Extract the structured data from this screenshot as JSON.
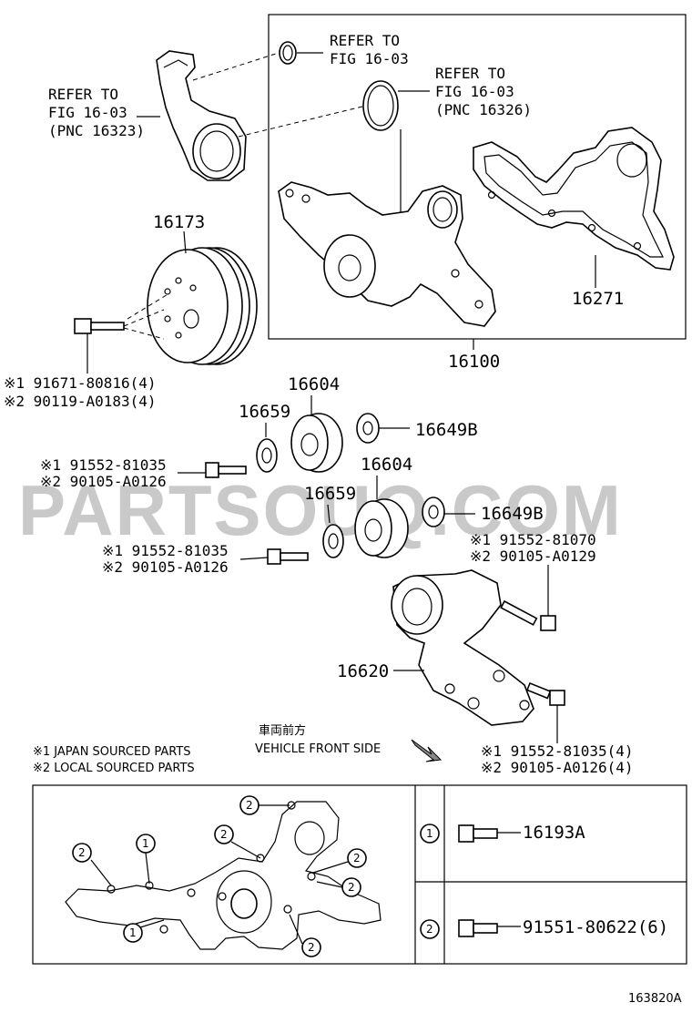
{
  "watermark": "PARTSOUQ.COM",
  "diagram_code": "163820A",
  "refer_labels": {
    "oring_small": [
      "REFER TO",
      "FIG 16-03"
    ],
    "oring_large": [
      "REFER TO",
      "FIG 16-03",
      "(PNC 16326)"
    ],
    "inlet": [
      "REFER TO",
      "FIG 16-03",
      "(PNC 16323)"
    ]
  },
  "part_numbers": {
    "pulley": "16173",
    "pulley_bolt": [
      "※1 91671-80816(4)",
      "※2 90119-A0183(4)"
    ],
    "gasket": "16271",
    "water_pump_assy": "16100",
    "idler_top": "16604",
    "idler_bottom": "16604",
    "cover_top": "16659",
    "cover_bottom": "16659",
    "plate_top": "16649B",
    "plate_bottom": "16649B",
    "bolt_top": [
      "※1 91552-81035",
      "※2 90105-A0126"
    ],
    "bolt_mid": [
      "※1 91552-81035",
      "※2 90105-A0126"
    ],
    "tensioner_bolt": [
      "※1 91552-81070",
      "※2 90105-A0129"
    ],
    "tensioner": "16620",
    "tensioner_bolts4": [
      "※1 91552-81035(4)",
      "※2 90105-A0126(4)"
    ]
  },
  "legend": {
    "japan": "※1 JAPAN SOURCED PARTS",
    "local": "※2 LOCAL SOURCED PARTS"
  },
  "direction": {
    "jp": "車両前方",
    "en": "VEHICLE FRONT SIDE"
  },
  "bolt_table": [
    {
      "marker": "1",
      "part": "16193A"
    },
    {
      "marker": "2",
      "part": "91551-80622(6)"
    }
  ],
  "callout_markers": [
    "2",
    "1",
    "2",
    "2",
    "2",
    "2",
    "1",
    "2"
  ]
}
